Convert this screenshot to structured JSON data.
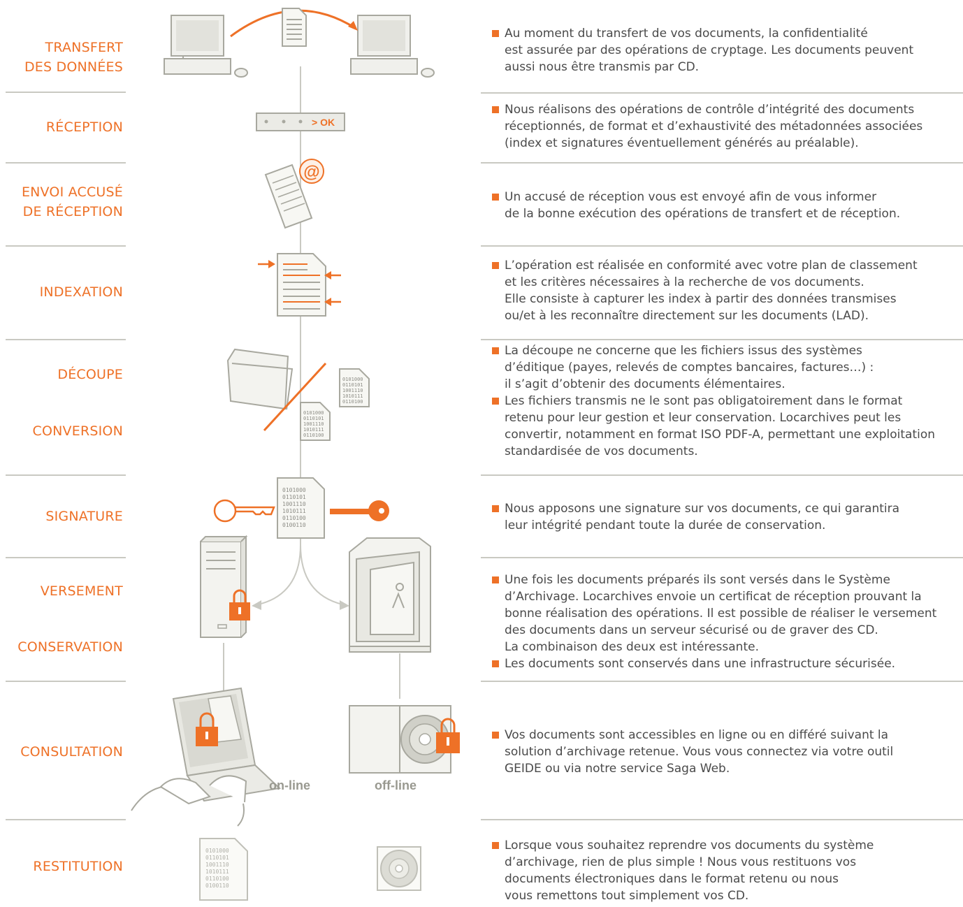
{
  "colors": {
    "accent": "#ee7127",
    "line": "#c9c9c2",
    "gray": "#a8a89f",
    "text": "#4a4a4a"
  },
  "steps": [
    {
      "label": [
        "TRANSFERT",
        "DES DONNÉES"
      ],
      "paragraphs": [
        "Au moment du transfert de vos documents, la confidentialité\nest assurée par des opérations de cryptage. Les documents peuvent\naussi nous être transmis par CD."
      ]
    },
    {
      "label": [
        "RÉCEPTION"
      ],
      "paragraphs": [
        "Nous réalisons des opérations de contrôle d’intégrité des documents\nréceptionnés, de format et d’exhaustivité des métadonnées associées\n(index et signatures éventuellement générés au préalable)."
      ]
    },
    {
      "label": [
        "ENVOI ACCUSÉ",
        "DE RÉCEPTION"
      ],
      "paragraphs": [
        "Un accusé de réception vous est envoyé afin de vous informer\nde la bonne exécution des opérations de transfert et de réception."
      ]
    },
    {
      "label": [
        "INDEXATION"
      ],
      "paragraphs": [
        "L’opération est réalisée en conformité avec votre plan de classement\net les critères nécessaires à la recherche de vos documents.\nElle consiste à capturer les index à partir des données transmises\nou/et à les reconnaître directement sur les documents (LAD)."
      ]
    },
    {
      "label": [
        "DÉCOUPE",
        "CONVERSION"
      ],
      "paragraphs": [
        "La découpe ne concerne que les fichiers issus des systèmes\nd’éditique (payes, relevés de comptes bancaires, factures…) :\nil s’agit d’obtenir des documents élémentaires.",
        "Les fichiers transmis ne le sont pas obligatoirement dans le format\nretenu pour leur gestion et leur conservation. Locarchives peut les\nconvertir, notamment en format ISO PDF-A, permettant une exploitation\nstandardisée de vos documents."
      ]
    },
    {
      "label": [
        "SIGNATURE"
      ],
      "paragraphs": [
        "Nous apposons une signature sur vos documents, ce qui garantira\nleur intégrité pendant toute la durée de conservation."
      ]
    },
    {
      "label": [
        "VERSEMENT",
        "CONSERVATION"
      ],
      "paragraphs": [
        "Une fois les documents préparés ils sont versés dans le Système\nd’Archivage. Locarchives envoie un certificat de réception prouvant la\nbonne réalisation des opérations. Il est possible de réaliser le versement\ndes documents dans un serveur sécurisé ou de graver des CD.\nLa combinaison des deux est intéressante.",
        "Les documents sont conservés dans une infrastructure sécurisée."
      ]
    },
    {
      "label": [
        "CONSULTATION"
      ],
      "paragraphs": [
        "Vos documents sont accessibles en ligne ou en différé suivant la\nsolution d’archivage retenue. Vous vous connectez via votre outil\nGEIDE ou via notre service Saga Web."
      ]
    },
    {
      "label": [
        "RESTITUTION"
      ],
      "paragraphs": [
        "Lorsque vous souhaitez reprendre vos documents du système\nd’archivage, rien de plus simple ! Nous vous restituons vos\ndocuments électroniques dans le format retenu ou nous\nvous remettons tout simplement vos CD."
      ]
    }
  ],
  "illustrations": {
    "reception_box_text": "> OK",
    "email_symbol": "@",
    "binary_lines": [
      "0101000",
      "0110101",
      "1001110",
      "1010111",
      "0110100",
      "0100110"
    ],
    "consultation_modes": [
      "on-line",
      "off-line"
    ]
  }
}
